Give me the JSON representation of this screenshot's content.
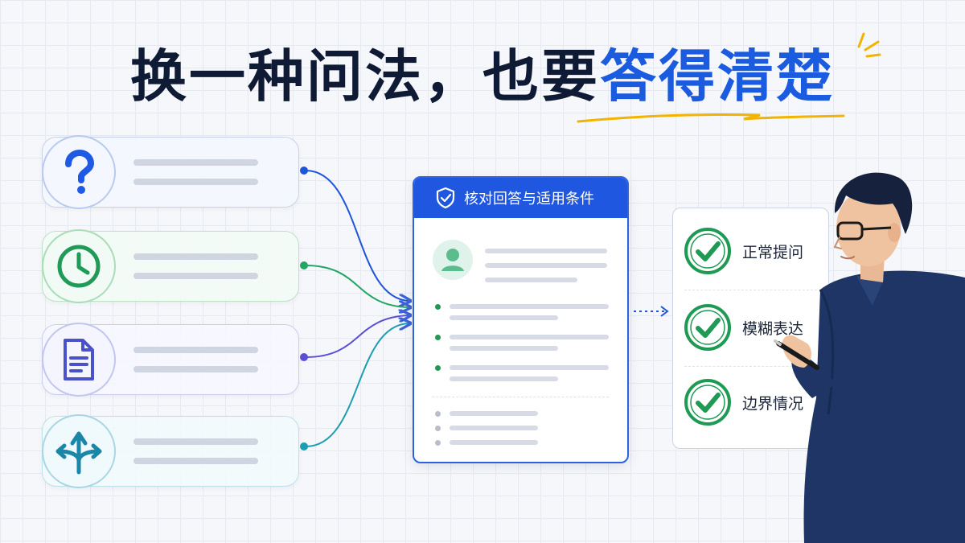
{
  "headline": {
    "part1": "换一种问法，也要",
    "part2": "答得清楚"
  },
  "question_cards": [
    {
      "icon": "question-mark-icon",
      "color": "#1f5ae6"
    },
    {
      "icon": "clock-icon",
      "color": "#1f9a57"
    },
    {
      "icon": "document-icon",
      "color": "#4a52c9"
    },
    {
      "icon": "branching-arrows-icon",
      "color": "#1a86a8"
    }
  ],
  "panel": {
    "title": "核对回答与适用条件",
    "icon": "shield-check-icon"
  },
  "checklist": {
    "items": [
      {
        "label": "正常提问"
      },
      {
        "label": "模糊表达"
      },
      {
        "label": "边界情况"
      }
    ]
  },
  "colors": {
    "brand_blue": "#1f57e0",
    "check_green": "#1e9a55",
    "headline_dark": "#0f1a35"
  }
}
